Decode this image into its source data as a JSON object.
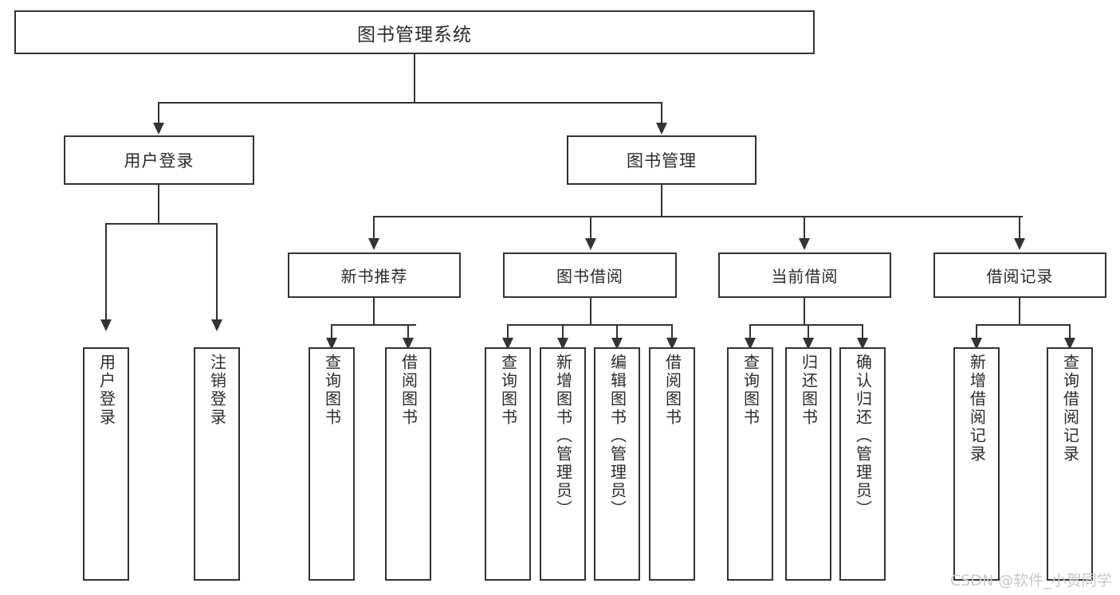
{
  "diagram": {
    "title": "图书管理系统",
    "root": {
      "label": "图书管理系统"
    },
    "level2": [
      {
        "label": "用户登录"
      },
      {
        "label": "图书管理"
      }
    ],
    "level3": [
      {
        "label": "新书推荐"
      },
      {
        "label": "图书借阅"
      },
      {
        "label": "当前借阅"
      },
      {
        "label": "借阅记录"
      }
    ],
    "leaves": {
      "user_login": [
        {
          "label": "用户登录"
        },
        {
          "label": "注销登录"
        }
      ],
      "new_book_recommend": [
        {
          "label": "查询图书"
        },
        {
          "label": "借阅图书"
        }
      ],
      "book_borrow": [
        {
          "label": "查询图书"
        },
        {
          "label": "新增图书（管理员）"
        },
        {
          "label": "编辑图书（管理员）"
        },
        {
          "label": "借阅图书"
        }
      ],
      "current_borrow": [
        {
          "label": "查询图书"
        },
        {
          "label": "归还图书"
        },
        {
          "label": "确认归还（管理员）"
        }
      ],
      "borrow_records": [
        {
          "label": "新增借阅记录"
        },
        {
          "label": "查询借阅记录"
        }
      ]
    }
  },
  "watermark": {
    "text": "CSDN @软件_小贺同学"
  },
  "colors": {
    "stroke": "#333333",
    "text": "#2b2b2b",
    "background": "#ffffff",
    "watermark": "#c9c9c9"
  }
}
